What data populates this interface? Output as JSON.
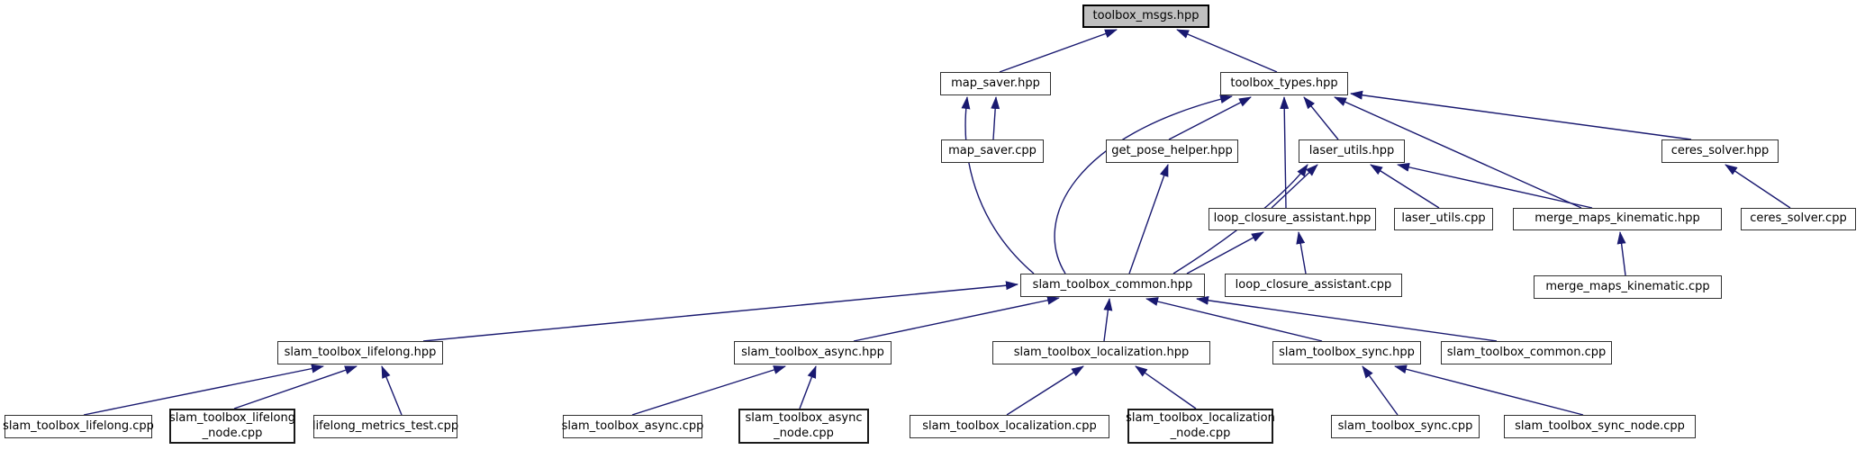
{
  "graph": {
    "kind": "doxygen-included-by-graph",
    "root": "toolbox_msgs.hpp"
  },
  "colors": {
    "edge": "#191970",
    "root_fill": "#bfbfbf",
    "node_fill": "#ffffff",
    "node_border": "#303030",
    "text": "#000000"
  },
  "nodes": [
    {
      "id": "toolbox_msgs.hpp",
      "label": "toolbox_msgs.hpp"
    },
    {
      "id": "map_saver.hpp",
      "label": "map_saver.hpp"
    },
    {
      "id": "toolbox_types.hpp",
      "label": "toolbox_types.hpp"
    },
    {
      "id": "map_saver.cpp",
      "label": "map_saver.cpp"
    },
    {
      "id": "get_pose_helper.hpp",
      "label": "get_pose_helper.hpp"
    },
    {
      "id": "laser_utils.hpp",
      "label": "laser_utils.hpp"
    },
    {
      "id": "ceres_solver.hpp",
      "label": "ceres_solver.hpp"
    },
    {
      "id": "loop_closure_assistant.hpp",
      "label": "loop_closure_assistant.hpp"
    },
    {
      "id": "laser_utils.cpp",
      "label": "laser_utils.cpp"
    },
    {
      "id": "merge_maps_kinematic.hpp",
      "label": "merge_maps_kinematic.hpp"
    },
    {
      "id": "ceres_solver.cpp",
      "label": "ceres_solver.cpp"
    },
    {
      "id": "slam_toolbox_common.hpp",
      "label": "slam_toolbox_common.hpp"
    },
    {
      "id": "loop_closure_assistant.cpp",
      "label": "loop_closure_assistant.cpp"
    },
    {
      "id": "merge_maps_kinematic.cpp",
      "label": "merge_maps_kinematic.cpp"
    },
    {
      "id": "slam_toolbox_lifelong.hpp",
      "label": "slam_toolbox_lifelong.hpp"
    },
    {
      "id": "slam_toolbox_async.hpp",
      "label": "slam_toolbox_async.hpp"
    },
    {
      "id": "slam_toolbox_localization.hpp",
      "label": "slam_toolbox_localization.hpp"
    },
    {
      "id": "slam_toolbox_sync.hpp",
      "label": "slam_toolbox_sync.hpp"
    },
    {
      "id": "slam_toolbox_common.cpp",
      "label": "slam_toolbox_common.cpp"
    },
    {
      "id": "slam_toolbox_lifelong.cpp",
      "label": "slam_toolbox_lifelong.cpp"
    },
    {
      "id": "slam_toolbox_lifelong_node.cpp",
      "label": "slam_toolbox_lifelong\n_node.cpp"
    },
    {
      "id": "lifelong_metrics_test.cpp",
      "label": "lifelong_metrics_test.cpp"
    },
    {
      "id": "slam_toolbox_async.cpp",
      "label": "slam_toolbox_async.cpp"
    },
    {
      "id": "slam_toolbox_async_node.cpp",
      "label": "slam_toolbox_async\n_node.cpp"
    },
    {
      "id": "slam_toolbox_localization.cpp",
      "label": "slam_toolbox_localization.cpp"
    },
    {
      "id": "slam_toolbox_localization_node.cpp",
      "label": "slam_toolbox_localization\n_node.cpp"
    },
    {
      "id": "slam_toolbox_sync.cpp",
      "label": "slam_toolbox_sync.cpp"
    },
    {
      "id": "slam_toolbox_sync_node.cpp",
      "label": "slam_toolbox_sync_node.cpp"
    }
  ],
  "edges": [
    {
      "from": "map_saver.hpp",
      "to": "toolbox_msgs.hpp"
    },
    {
      "from": "toolbox_types.hpp",
      "to": "toolbox_msgs.hpp"
    },
    {
      "from": "map_saver.cpp",
      "to": "map_saver.hpp"
    },
    {
      "from": "slam_toolbox_common.hpp",
      "to": "map_saver.hpp"
    },
    {
      "from": "get_pose_helper.hpp",
      "to": "toolbox_types.hpp"
    },
    {
      "from": "laser_utils.hpp",
      "to": "toolbox_types.hpp"
    },
    {
      "from": "loop_closure_assistant.hpp",
      "to": "toolbox_types.hpp"
    },
    {
      "from": "merge_maps_kinematic.hpp",
      "to": "toolbox_types.hpp"
    },
    {
      "from": "ceres_solver.hpp",
      "to": "toolbox_types.hpp"
    },
    {
      "from": "slam_toolbox_common.hpp",
      "to": "toolbox_types.hpp"
    },
    {
      "from": "slam_toolbox_common.hpp",
      "to": "get_pose_helper.hpp"
    },
    {
      "from": "slam_toolbox_common.hpp",
      "to": "laser_utils.hpp"
    },
    {
      "from": "loop_closure_assistant.hpp",
      "to": "laser_utils.hpp"
    },
    {
      "from": "laser_utils.cpp",
      "to": "laser_utils.hpp"
    },
    {
      "from": "merge_maps_kinematic.hpp",
      "to": "laser_utils.hpp"
    },
    {
      "from": "ceres_solver.cpp",
      "to": "ceres_solver.hpp"
    },
    {
      "from": "loop_closure_assistant.cpp",
      "to": "loop_closure_assistant.hpp"
    },
    {
      "from": "slam_toolbox_common.hpp",
      "to": "loop_closure_assistant.hpp"
    },
    {
      "from": "merge_maps_kinematic.cpp",
      "to": "merge_maps_kinematic.hpp"
    },
    {
      "from": "slam_toolbox_lifelong.hpp",
      "to": "slam_toolbox_common.hpp"
    },
    {
      "from": "slam_toolbox_async.hpp",
      "to": "slam_toolbox_common.hpp"
    },
    {
      "from": "slam_toolbox_localization.hpp",
      "to": "slam_toolbox_common.hpp"
    },
    {
      "from": "slam_toolbox_sync.hpp",
      "to": "slam_toolbox_common.hpp"
    },
    {
      "from": "slam_toolbox_common.cpp",
      "to": "slam_toolbox_common.hpp"
    },
    {
      "from": "slam_toolbox_lifelong.cpp",
      "to": "slam_toolbox_lifelong.hpp"
    },
    {
      "from": "slam_toolbox_lifelong_node.cpp",
      "to": "slam_toolbox_lifelong.hpp"
    },
    {
      "from": "lifelong_metrics_test.cpp",
      "to": "slam_toolbox_lifelong.hpp"
    },
    {
      "from": "slam_toolbox_async.cpp",
      "to": "slam_toolbox_async.hpp"
    },
    {
      "from": "slam_toolbox_async_node.cpp",
      "to": "slam_toolbox_async.hpp"
    },
    {
      "from": "slam_toolbox_localization.cpp",
      "to": "slam_toolbox_localization.hpp"
    },
    {
      "from": "slam_toolbox_localization_node.cpp",
      "to": "slam_toolbox_localization.hpp"
    },
    {
      "from": "slam_toolbox_sync.cpp",
      "to": "slam_toolbox_sync.hpp"
    },
    {
      "from": "slam_toolbox_sync_node.cpp",
      "to": "slam_toolbox_sync.hpp"
    }
  ]
}
